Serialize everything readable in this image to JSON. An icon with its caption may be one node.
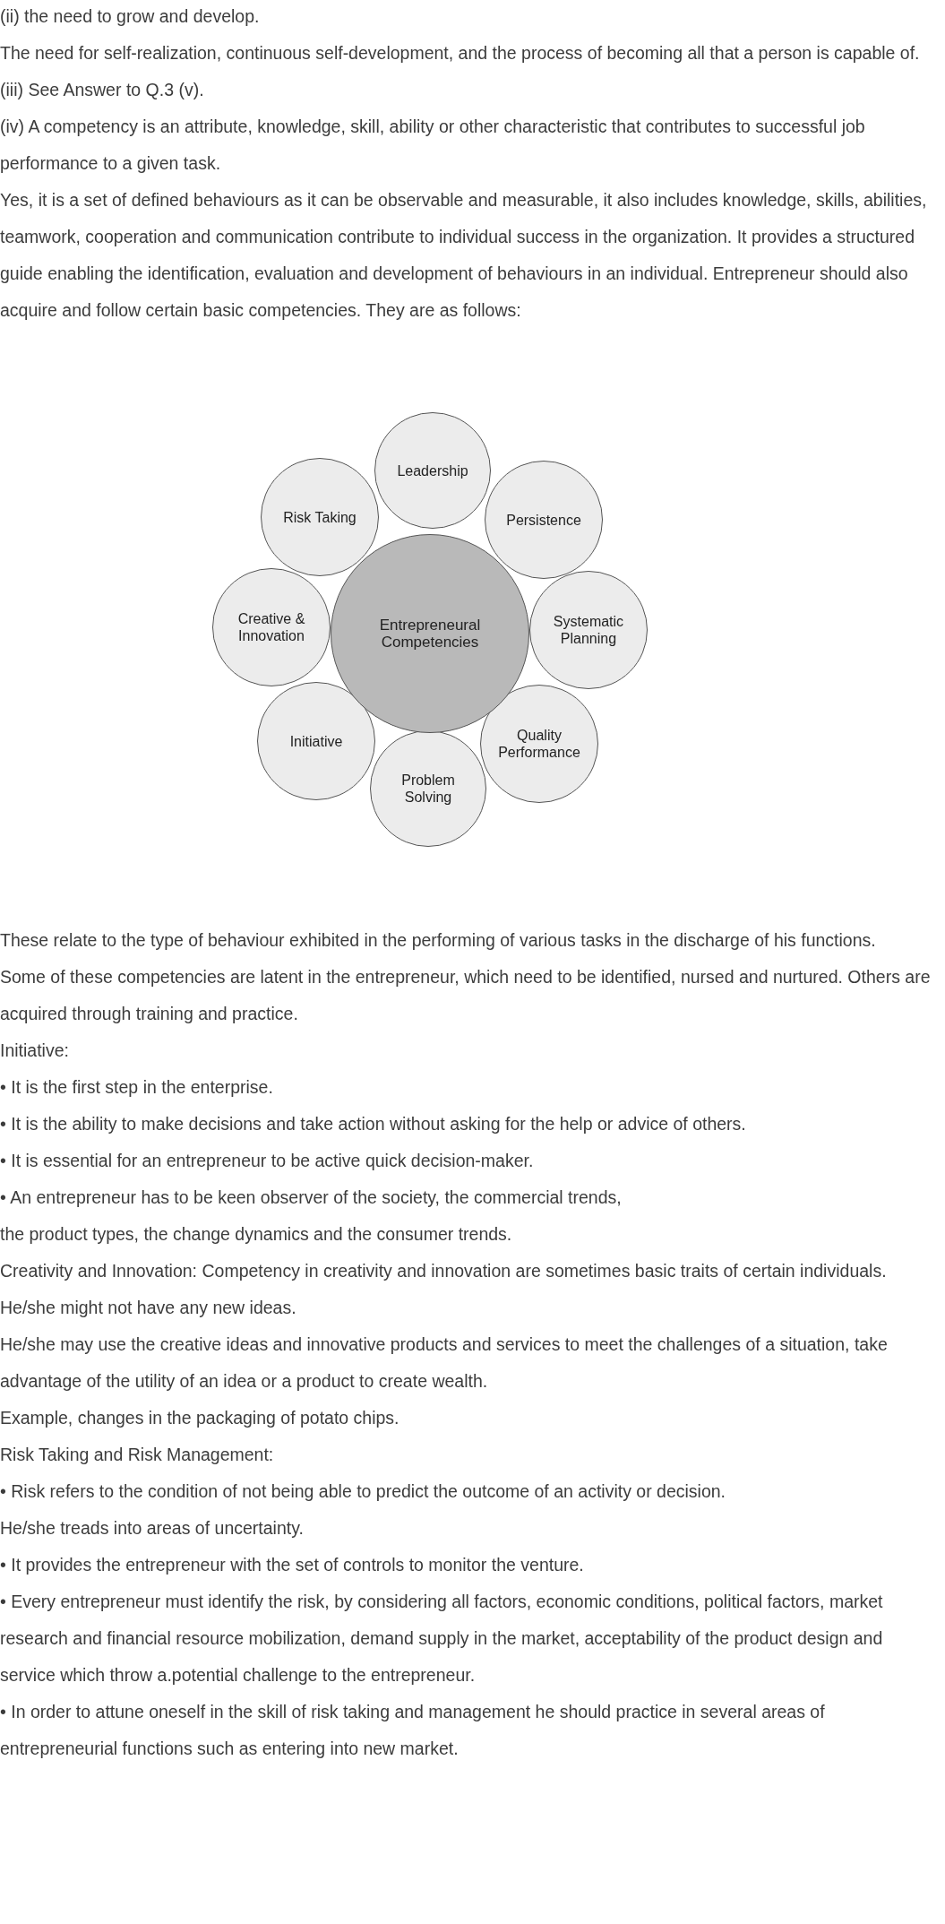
{
  "diagram": {
    "nodes": [
      {
        "text": [
          "Entrepreneural Competencies"
        ]
      },
      {
        "text": [
          "Leadership"
        ]
      },
      {
        "text": [
          "Persistence"
        ]
      },
      {
        "text": [
          "Systematic Planning"
        ]
      },
      {
        "text": [
          "Quality Performance"
        ]
      },
      {
        "text": [
          "Problem Solving"
        ]
      },
      {
        "text": [
          "Initiative"
        ]
      },
      {
        "text": [
          "Creative & Innovation"
        ]
      },
      {
        "text": [
          "Risk Taking"
        ]
      }
    ],
    "labels": [
      "(ii) the need to grow and develop.",
      "The need for self-realization, continuous self-development, and the process of becoming all that a person is capable of.",
      "(iii) See Answer to Q.3 (v).",
      "(iv) A competency is an attribute, knowledge, skill, ability or other characteristic that contributes to successful job performance to a given task.",
      "Yes, it is a set of defined behaviours as it can be observable and measurable, it also includes knowledge, skills, abilities, teamwork, cooperation and communication contribute to individual success in the organization. It provides a structured guide enabling the identification, evaluation and development of behaviours in an individual. Entrepreneur should also acquire and follow certain basic competencies. They are as follows:",
      "These relate to the type of behaviour exhibited in the performing of various tasks in the discharge of his functions.",
      "Some of these competencies are latent in the entrepreneur, which need to be identified, nursed and nurtured. Others are acquired through training and practice.",
      "Initiative:",
      "• It is the first step in the enterprise.",
      "• It is the ability to make decisions and take action without asking for the help or advice of others.",
      "• It is essential for an entrepreneur to be active quick decision-maker.",
      "• An entrepreneur has to be keen observer of the society, the commercial trends,",
      "the product types, the change dynamics and the consumer trends.",
      "Creativity and Innovation: Competency in creativity and innovation are sometimes basic traits of certain individuals.",
      "He/she might not have any new ideas.",
      "He/she may use the creative ideas and innovative products and services to meet the challenges of a situation, take advantage of the utility of an idea or a product to create wealth.",
      "Example, changes in the packaging of potato chips.",
      "Risk Taking and Risk Management:",
      "• Risk refers to the condition of not being able to predict the outcome of an activity or decision.",
      "He/she treads into areas of uncertainty.",
      "• It provides the entrepreneur with the set of controls to monitor the venture.",
      "• Every entrepreneur must identify the risk, by considering all factors, economic conditions, political factors, market research and financial resource mobilization, demand supply in the market, acceptability of the product design and service which throw a.potential challenge to the entrepreneur.",
      "• In order to attune oneself in the skill of risk taking and management he should practice in several areas of entrepreneurial functions such as entering into new market."
    ]
  }
}
